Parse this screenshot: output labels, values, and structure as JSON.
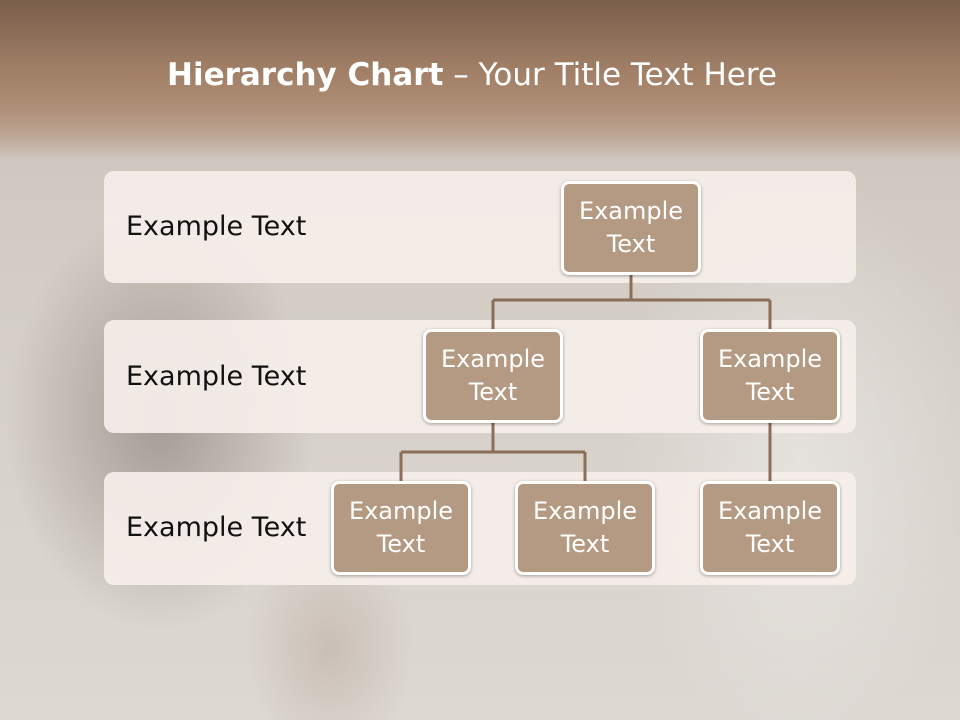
{
  "title": {
    "bold": "Hierarchy Chart",
    "rest": " – Your Title Text Here"
  },
  "levels": [
    {
      "label": "Example Text"
    },
    {
      "label": "Example Text"
    },
    {
      "label": "Example Text"
    }
  ],
  "nodes": {
    "root": "Example Text",
    "level2_left": "Example Text",
    "level2_right": "Example Text",
    "level3_left": "Example Text",
    "level3_middle": "Example Text",
    "level3_right": "Example Text"
  },
  "colors": {
    "node_fill": "#b49a83",
    "node_border": "#ffffff",
    "connector": "#8b6e58",
    "title_band": "#a07f66"
  }
}
